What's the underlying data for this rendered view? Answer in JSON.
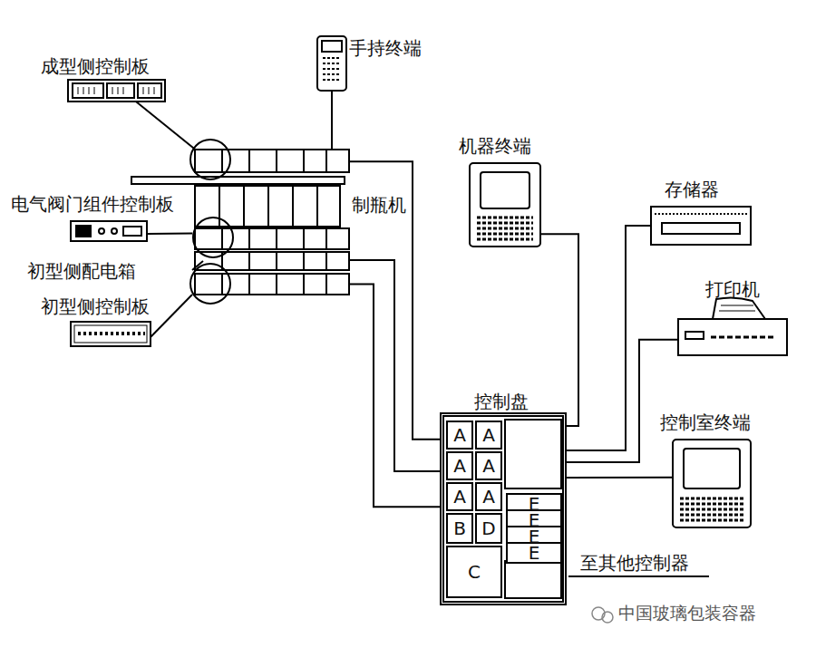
{
  "diagram": {
    "nodes": [
      {
        "text": [
          "成型侧控制板"
        ]
      },
      {
        "text": [
          "手持终端"
        ]
      },
      {
        "text": [
          "电气阀门组件控制板"
        ]
      },
      {
        "text": [
          "制瓶机"
        ]
      },
      {
        "text": [
          "初型侧控制板"
        ]
      },
      {
        "text": [
          "机器终端"
        ]
      },
      {
        "text": [
          "存储器"
        ]
      },
      {
        "text": [
          "打印机"
        ]
      },
      {
        "text": [
          "控制室终端"
        ]
      },
      {
        "text": [
          "控制盘"
        ]
      },
      {
        "text": [
          "A"
        ],
        "in": 9
      },
      {
        "text": [
          "A"
        ],
        "in": 9
      },
      {
        "text": [
          "A"
        ],
        "in": 9
      },
      {
        "text": [
          "A"
        ],
        "in": 9
      },
      {
        "text": [
          "A"
        ],
        "in": 9
      },
      {
        "text": [
          "A"
        ],
        "in": 9
      },
      {
        "text": [
          "E"
        ],
        "in": 9
      },
      {
        "text": [
          "E"
        ],
        "in": 9
      },
      {
        "text": [
          "E"
        ],
        "in": 9
      },
      {
        "text": [
          "E"
        ],
        "in": 9
      },
      {
        "text": [
          "B"
        ],
        "in": 9
      },
      {
        "text": [
          "D"
        ],
        "in": 9
      },
      {
        "text": [
          "C"
        ],
        "in": 9
      }
    ],
    "edges": [
      {
        "from": 0,
        "to": 3,
        "arrow": "none"
      },
      {
        "from": 1,
        "to": 3,
        "arrow": "none"
      },
      {
        "from": 2,
        "to": 3,
        "arrow": "none"
      },
      {
        "from": 4,
        "to": 3,
        "arrow": "none"
      },
      {
        "from": 3,
        "to": 9,
        "arrow": "none"
      },
      {
        "from": 3,
        "to": 9,
        "arrow": "none"
      },
      {
        "from": 3,
        "to": 9,
        "arrow": "none"
      },
      {
        "from": 5,
        "to": 9,
        "arrow": "none"
      },
      {
        "from": 6,
        "to": 9,
        "arrow": "none"
      },
      {
        "from": 7,
        "to": 9,
        "arrow": "none"
      },
      {
        "from": 8,
        "to": 9,
        "arrow": "none"
      }
    ],
    "labels": [
      "初型侧配电箱",
      "至其他控制器",
      "中国玻璃包装容器"
    ]
  }
}
